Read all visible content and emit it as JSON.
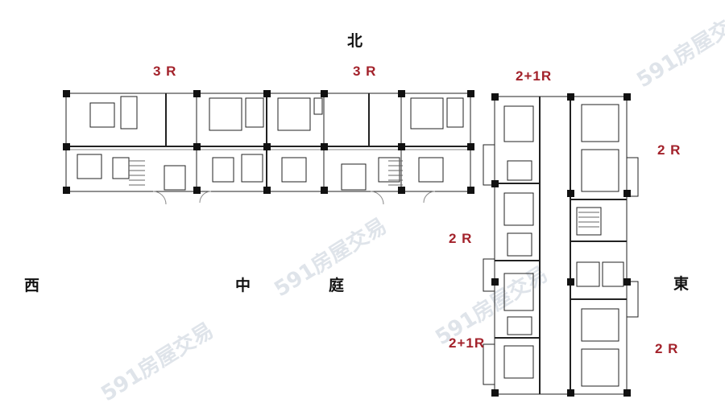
{
  "directions": {
    "north": "北",
    "west": "西",
    "east": "東",
    "courtyard": [
      "中",
      "庭"
    ]
  },
  "units": {
    "north_west": "3 R",
    "north_mid": "3 R",
    "east_top": "2+1R",
    "east_upper_right": "2 R",
    "east_mid_left": "2 R",
    "east_lower_left": "2+1R",
    "east_lower_right": "2 R"
  },
  "watermark": "591房屋交易",
  "colors": {
    "unit_label": "#a3222b",
    "wall": "#111111",
    "watermark": "#dfe4ea"
  }
}
